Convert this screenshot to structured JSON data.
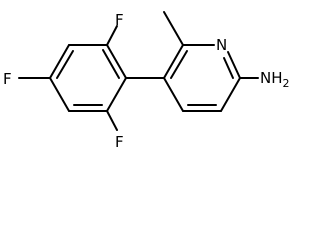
{
  "structure": {
    "atoms": [
      {
        "id": "c1",
        "element": "C",
        "label": ""
      },
      {
        "id": "c2",
        "element": "C",
        "label": ""
      },
      {
        "id": "c3",
        "element": "C",
        "label": ""
      },
      {
        "id": "c4",
        "element": "C",
        "label": ""
      },
      {
        "id": "c5",
        "element": "C",
        "label": ""
      },
      {
        "id": "c6",
        "element": "C",
        "label": ""
      },
      {
        "id": "f_top",
        "element": "F",
        "label": "F"
      },
      {
        "id": "f_left",
        "element": "F",
        "label": "F"
      },
      {
        "id": "f_bottom",
        "element": "F",
        "label": "F"
      },
      {
        "id": "p2",
        "element": "C",
        "label": ""
      },
      {
        "id": "p3",
        "element": "C",
        "label": ""
      },
      {
        "id": "p4",
        "element": "C",
        "label": ""
      },
      {
        "id": "p5",
        "element": "C",
        "label": ""
      },
      {
        "id": "p6",
        "element": "C",
        "label": ""
      },
      {
        "id": "n1",
        "element": "N",
        "label": "N"
      },
      {
        "id": "methyl",
        "element": "C",
        "label": ""
      },
      {
        "id": "amine",
        "element": "N",
        "label": "NH2"
      }
    ],
    "bonds": [
      {
        "from": "c1",
        "to": "c2",
        "order": 2
      },
      {
        "from": "c2",
        "to": "c3",
        "order": 1
      },
      {
        "from": "c3",
        "to": "c4",
        "order": 2
      },
      {
        "from": "c4",
        "to": "c5",
        "order": 1
      },
      {
        "from": "c5",
        "to": "c6",
        "order": 2
      },
      {
        "from": "c6",
        "to": "c1",
        "order": 1
      },
      {
        "from": "c2",
        "to": "f_top",
        "order": 1
      },
      {
        "from": "c4",
        "to": "f_left",
        "order": 1
      },
      {
        "from": "c6",
        "to": "f_bottom",
        "order": 1
      },
      {
        "from": "c1",
        "to": "p3",
        "order": 1
      },
      {
        "from": "p2",
        "to": "p3",
        "order": 2
      },
      {
        "from": "p2",
        "to": "n1",
        "order": 1
      },
      {
        "from": "n1",
        "to": "p6",
        "order": 2
      },
      {
        "from": "p6",
        "to": "p5",
        "order": 1
      },
      {
        "from": "p5",
        "to": "p4",
        "order": 2
      },
      {
        "from": "p4",
        "to": "p3",
        "order": 1
      },
      {
        "from": "p2",
        "to": "methyl",
        "order": 1
      },
      {
        "from": "p6",
        "to": "amine",
        "order": 1
      }
    ]
  },
  "labels": {
    "f_top": "F",
    "f_left": "F",
    "f_bottom": "F",
    "ring_n": "N",
    "amine_main": "NH",
    "amine_sub": "2"
  }
}
